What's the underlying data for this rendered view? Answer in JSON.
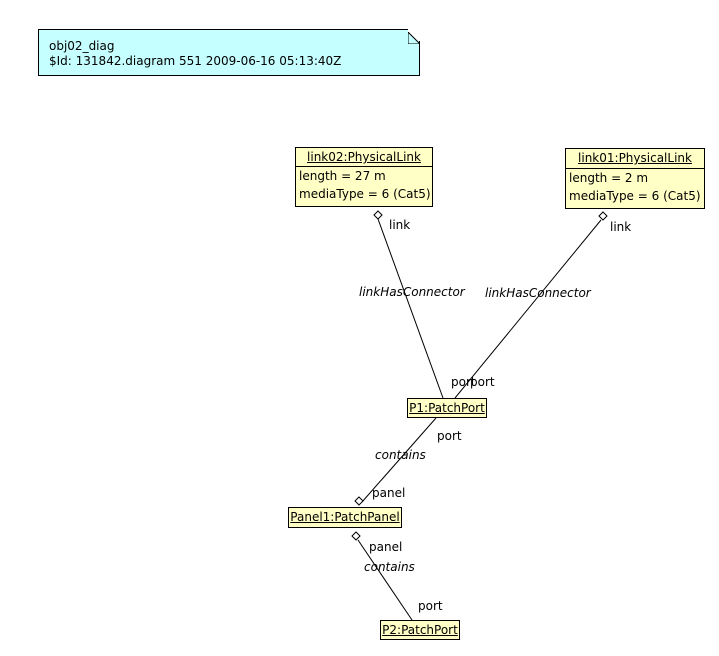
{
  "note": {
    "line1": "obj02_diag",
    "line2": "$Id: 131842.diagram 551 2009-06-16 05:13:40Z"
  },
  "objects": {
    "link02": {
      "title": "link02:PhysicalLink",
      "attrs": [
        "length = 27 m",
        "mediaType = 6 (Cat5)"
      ]
    },
    "link01": {
      "title": "link01:PhysicalLink",
      "attrs": [
        "length = 2 m",
        "mediaType = 6 (Cat5)"
      ]
    },
    "p1": {
      "title": "P1:PatchPort"
    },
    "panel1": {
      "title": "Panel1:PatchPanel"
    },
    "p2": {
      "title": "P2:PatchPort"
    }
  },
  "edges": {
    "e1": {
      "name": "linkHasConnector",
      "end_link": "link",
      "end_port": "port"
    },
    "e2": {
      "name": "linkHasConnector",
      "end_link": "link",
      "end_port": "port"
    },
    "e3": {
      "name": "contains",
      "end_port": "port",
      "end_panel": "panel"
    },
    "e4": {
      "name": "contains",
      "end_panel": "panel",
      "end_port": "port"
    }
  }
}
